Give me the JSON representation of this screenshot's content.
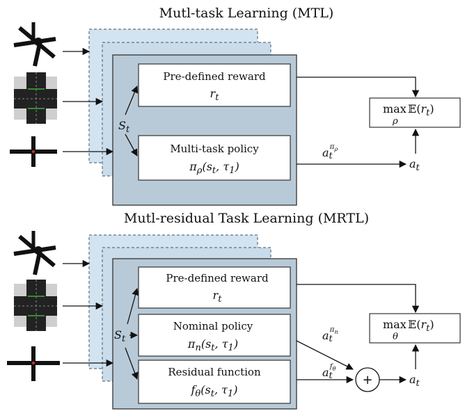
{
  "colors": {
    "panel_front": "#b8cad8",
    "panel_back": "#d3e3f0",
    "line": "#111111"
  },
  "mtl": {
    "title": "Mutl-task Learning (MTL)",
    "state_symbol": "S_t",
    "reward_box": {
      "label": "Pre-defined reward",
      "formula": "r_t"
    },
    "policy_box": {
      "label": "Multi-task policy",
      "formula": "π_ρ(s_t, τ_1)"
    },
    "action_label": "a_t^{π_ρ}",
    "output_action": "a_t",
    "objective": "max_ρ 𝔼(r_t)",
    "input_icons": [
      "intersection-x-icon",
      "aerial-intersection-icon",
      "plus-intersection-icon"
    ]
  },
  "mrtl": {
    "title": "Mutl-residual Task Learning (MRTL)",
    "state_symbol": "S_t",
    "reward_box": {
      "label": "Pre-defined reward",
      "formula": "r_t"
    },
    "nominal_box": {
      "label": "Nominal policy",
      "formula": "π_n(s_t, τ_1)"
    },
    "residual_box": {
      "label": "Residual function",
      "formula": "f_θ(s_t, τ_1)"
    },
    "nominal_action_label": "a_t^{π_n}",
    "residual_action_label": "a_t^{f_θ}",
    "sum_symbol": "+",
    "output_action": "a_t",
    "objective": "max_θ 𝔼(r_t)",
    "input_icons": [
      "intersection-x-icon",
      "aerial-intersection-icon",
      "plus-intersection-icon"
    ]
  }
}
